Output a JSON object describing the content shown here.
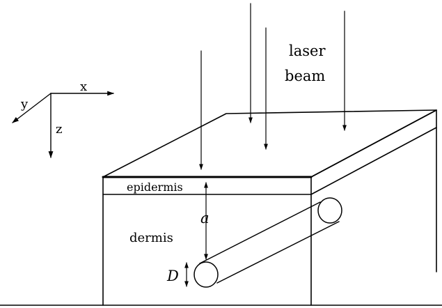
{
  "diagram": {
    "labels": {
      "laser_line1": "laser",
      "laser_line2": "beam",
      "axis_x": "x",
      "axis_y": "y",
      "axis_z": "z",
      "epidermis": "epidermis",
      "dermis": "dermis",
      "depth": "a",
      "diameter": "D"
    },
    "colors": {
      "ink": "#000000",
      "background": "#ffffff"
    }
  }
}
